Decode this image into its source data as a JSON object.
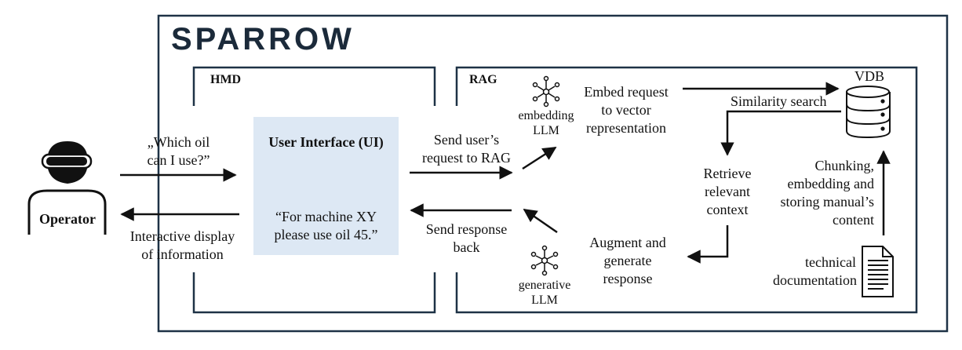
{
  "brand": "SPARROW",
  "operator": {
    "label": "Operator"
  },
  "hmd": {
    "label": "HMD"
  },
  "rag": {
    "label": "RAG"
  },
  "flows": {
    "question": [
      "„Which oil",
      "can I use?”"
    ],
    "display": [
      "Interactive display",
      "of information"
    ],
    "send_request": [
      "Send user’s",
      "request to RAG"
    ],
    "send_response": [
      "Send response",
      "back"
    ],
    "embed": [
      "Embed request",
      "to vector",
      "representation"
    ],
    "similarity": "Similarity  search",
    "retrieve": [
      "Retrieve",
      "relevant",
      "context"
    ],
    "augment": [
      "Augment and",
      "generate",
      "response"
    ],
    "chunking": [
      "Chunking,",
      "embedding and",
      "storing manual’s",
      "content"
    ]
  },
  "ui": {
    "title": "User Interface (UI)",
    "answer": [
      "“For machine XY",
      "please use oil 45.”"
    ]
  },
  "llm": {
    "embedding": [
      "embedding",
      "LLM"
    ],
    "generative": [
      "generative",
      "LLM"
    ]
  },
  "vdb": {
    "label": "VDB"
  },
  "docs": {
    "label": [
      "technical",
      "documentation"
    ]
  },
  "colors": {
    "frame": "#1e3246",
    "ui_fill": "#dde8f4",
    "brand": "#1b2a3a"
  }
}
